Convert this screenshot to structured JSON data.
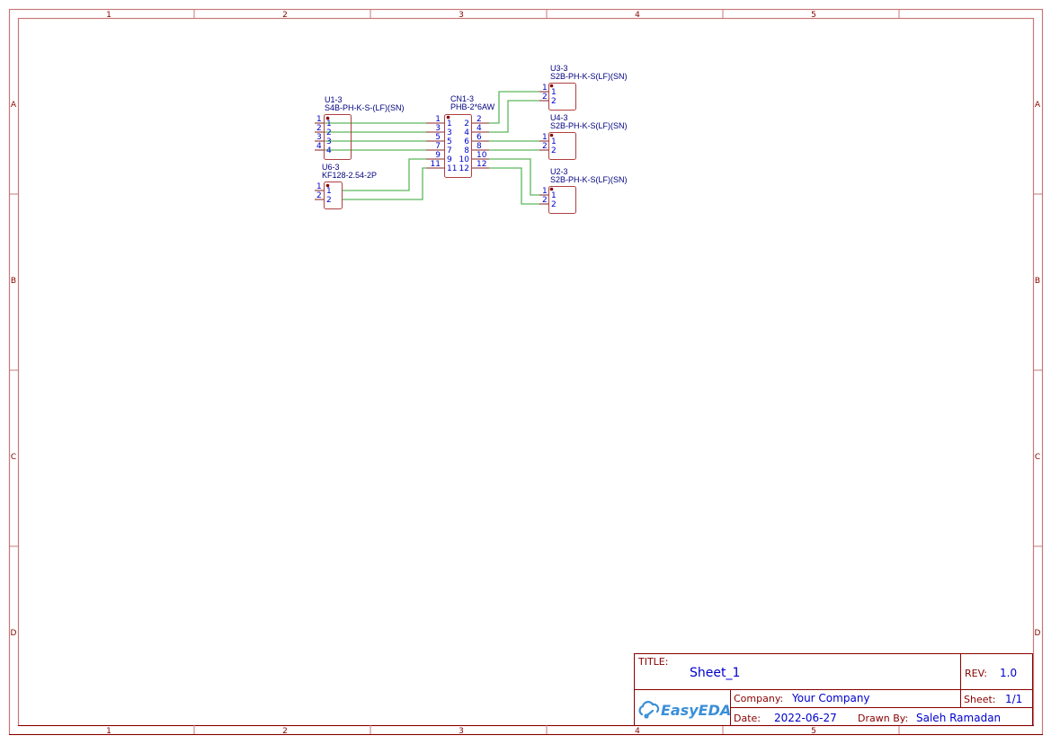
{
  "frame": {
    "columns": [
      "1",
      "2",
      "3",
      "4",
      "5"
    ],
    "rows": [
      "A",
      "B",
      "C",
      "D"
    ],
    "colors": {
      "frame": "#c87878",
      "frame_dark": "#880000",
      "wire": "#5cb85c",
      "pin": "#a05050",
      "body": "#b04040",
      "dot": "#880000",
      "text_blue": "#0000cc"
    }
  },
  "components": [
    {
      "ref": "U1-3",
      "value": "S4B-PH-K-S-(LF)(SN)",
      "pins_left": [
        "1",
        "2",
        "3",
        "4"
      ],
      "pins_inner": [
        "1",
        "2",
        "3",
        "4"
      ]
    },
    {
      "ref": "U6-3",
      "value": "KF128-2.54-2P",
      "pins_left": [
        "1",
        "2"
      ],
      "pins_inner": [
        "1",
        "2"
      ]
    },
    {
      "ref": "CN1-3",
      "value": "PHB-2*6AW",
      "pins_left": [
        "1",
        "3",
        "5",
        "7",
        "9",
        "11"
      ],
      "pins_inner_left": [
        "1",
        "3",
        "5",
        "7",
        "9",
        "11"
      ],
      "pins_right": [
        "2",
        "4",
        "6",
        "8",
        "10",
        "12"
      ],
      "pins_inner_right": [
        "2",
        "4",
        "6",
        "8",
        "10",
        "12"
      ]
    },
    {
      "ref": "U3-3",
      "value": "S2B-PH-K-S(LF)(SN)",
      "pins_left": [
        "1",
        "2"
      ],
      "pins_inner": [
        "1",
        "2"
      ]
    },
    {
      "ref": "U4-3",
      "value": "S2B-PH-K-S(LF)(SN)",
      "pins_left": [
        "1",
        "2"
      ],
      "pins_inner": [
        "1",
        "2"
      ]
    },
    {
      "ref": "U2-3",
      "value": "S2B-PH-K-S(LF)(SN)",
      "pins_left": [
        "1",
        "2"
      ],
      "pins_inner": [
        "1",
        "2"
      ]
    }
  ],
  "title_block": {
    "title_label": "TITLE:",
    "title_value": "Sheet_1",
    "rev_label": "REV:",
    "rev_value": "1.0",
    "company_label": "Company:",
    "company_value": "Your Company",
    "sheet_label": "Sheet:",
    "sheet_value": "1/1",
    "date_label": "Date:",
    "date_value": "2022-06-27",
    "drawn_label": "Drawn By:",
    "drawn_value": "Saleh Ramadan",
    "logo_text": "EasyEDA"
  }
}
